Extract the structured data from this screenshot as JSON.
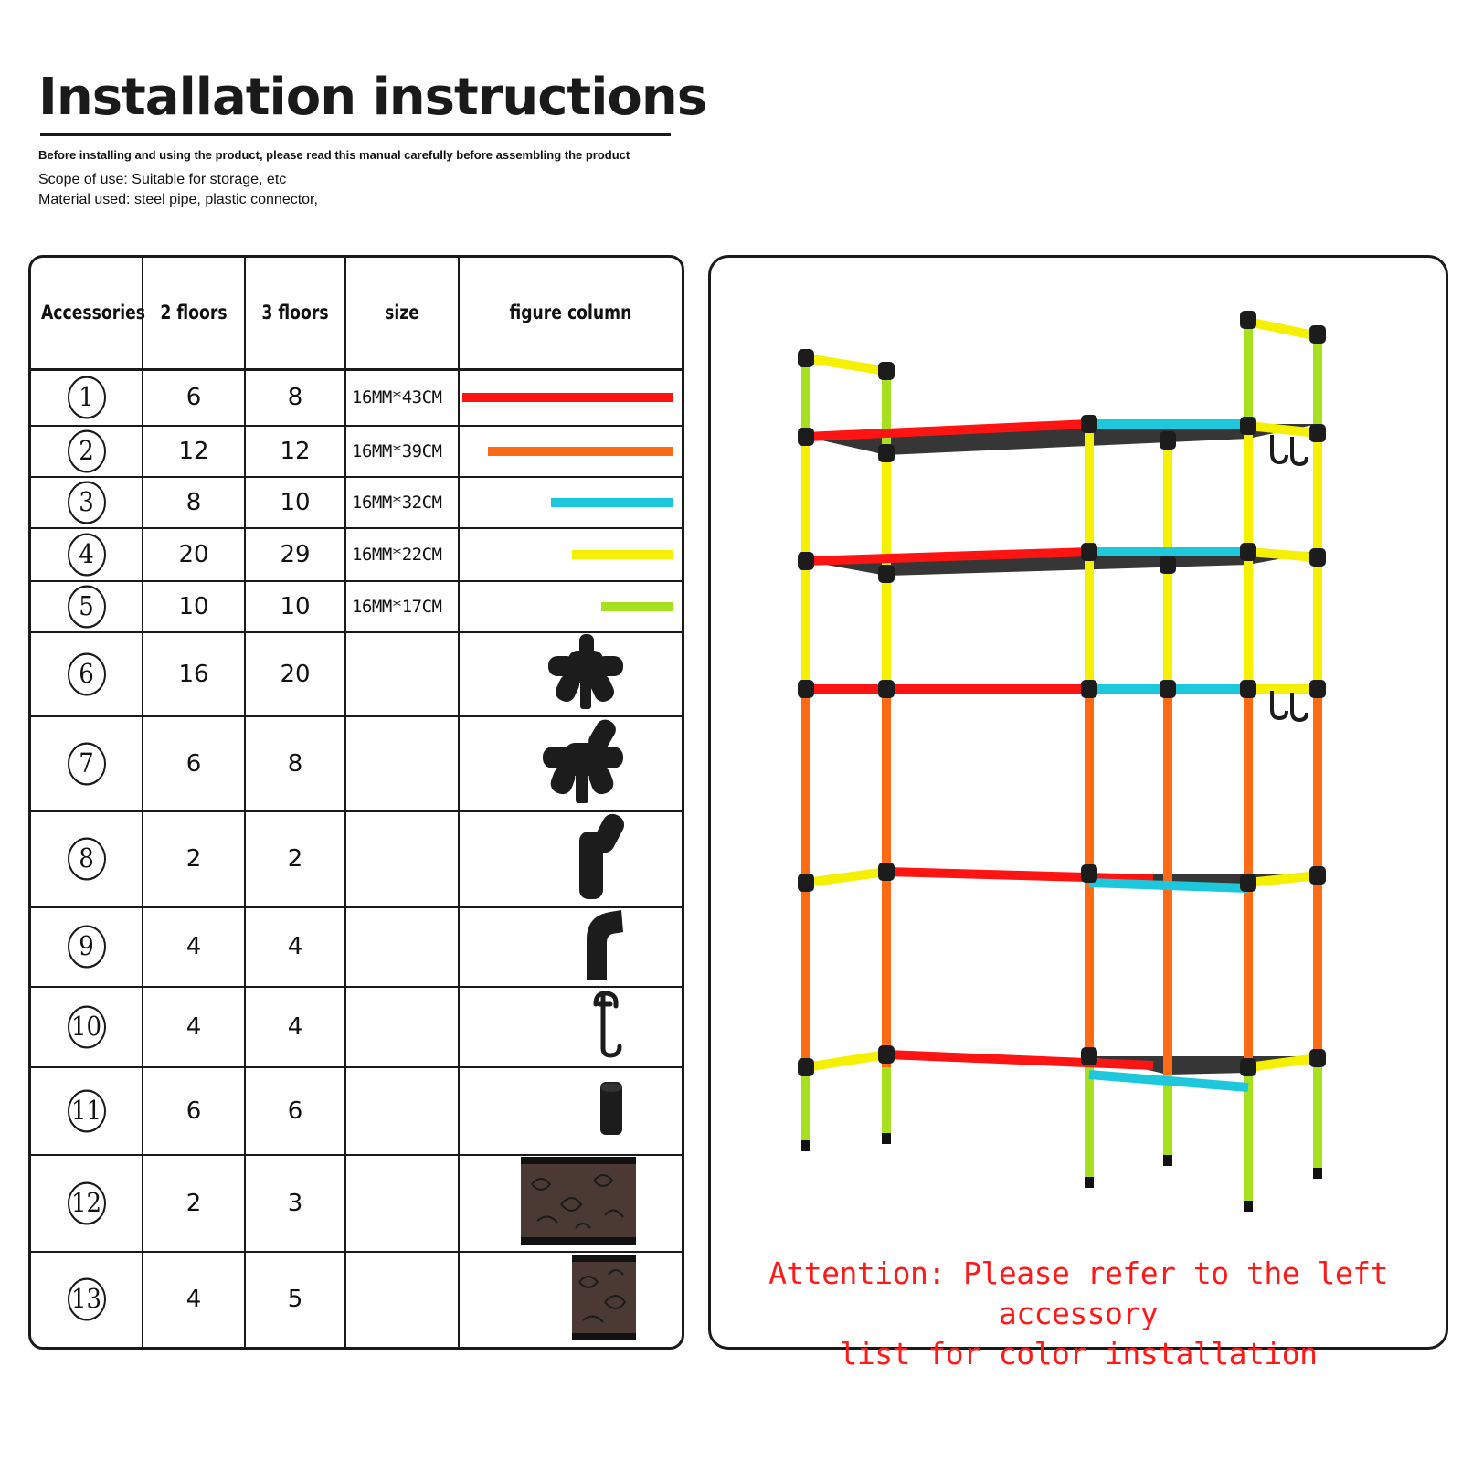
{
  "header": {
    "title": "Installation instructions",
    "subtitle": "Before installing and using the product, please read this manual carefully before assembling the product",
    "scope": "Scope of use: Suitable for storage, etc",
    "material": "Material used: steel pipe, plastic connector,"
  },
  "table": {
    "columns": [
      "Accessories",
      "2 floors",
      "3 floors",
      "size",
      "figure column"
    ],
    "rows": [
      {
        "id": "1",
        "two": "6",
        "three": "8",
        "size": "16MM*43CM",
        "figure": "red-tube-bar",
        "color": "#ff1414",
        "len": 1.0
      },
      {
        "id": "2",
        "two": "12",
        "three": "12",
        "size": "16MM*39CM",
        "figure": "orange-tube-bar",
        "color": "#ff6a14",
        "len": 0.88
      },
      {
        "id": "3",
        "two": "8",
        "three": "10",
        "size": "16MM*32CM",
        "figure": "cyan-tube-bar",
        "color": "#1ec8dc",
        "len": 0.58
      },
      {
        "id": "4",
        "two": "20",
        "three": "29",
        "size": "16MM*22CM",
        "figure": "yellow-tube-bar",
        "color": "#f5f000",
        "len": 0.48
      },
      {
        "id": "5",
        "two": "10",
        "three": "10",
        "size": "16MM*17CM",
        "figure": "green-tube-bar",
        "color": "#a6e01e",
        "len": 0.34
      },
      {
        "id": "6",
        "two": "16",
        "three": "20",
        "size": "",
        "figure": "four-way-connector-icon"
      },
      {
        "id": "7",
        "two": "6",
        "three": "8",
        "size": "",
        "figure": "five-way-connector-icon"
      },
      {
        "id": "8",
        "two": "2",
        "three": "2",
        "size": "",
        "figure": "angled-connector-icon"
      },
      {
        "id": "9",
        "two": "4",
        "three": "4",
        "size": "",
        "figure": "elbow-connector-icon"
      },
      {
        "id": "10",
        "two": "4",
        "three": "4",
        "size": "",
        "figure": "hook-icon"
      },
      {
        "id": "11",
        "two": "6",
        "three": "6",
        "size": "",
        "figure": "foot-cap-icon"
      },
      {
        "id": "12",
        "two": "2",
        "three": "3",
        "size": "",
        "figure": "large-fabric-panel-icon"
      },
      {
        "id": "13",
        "two": "4",
        "three": "5",
        "size": "",
        "figure": "small-fabric-panel-icon"
      }
    ]
  },
  "attention": {
    "line1": "Attention: Please refer to the left accessory",
    "line2": "list for color installation"
  }
}
